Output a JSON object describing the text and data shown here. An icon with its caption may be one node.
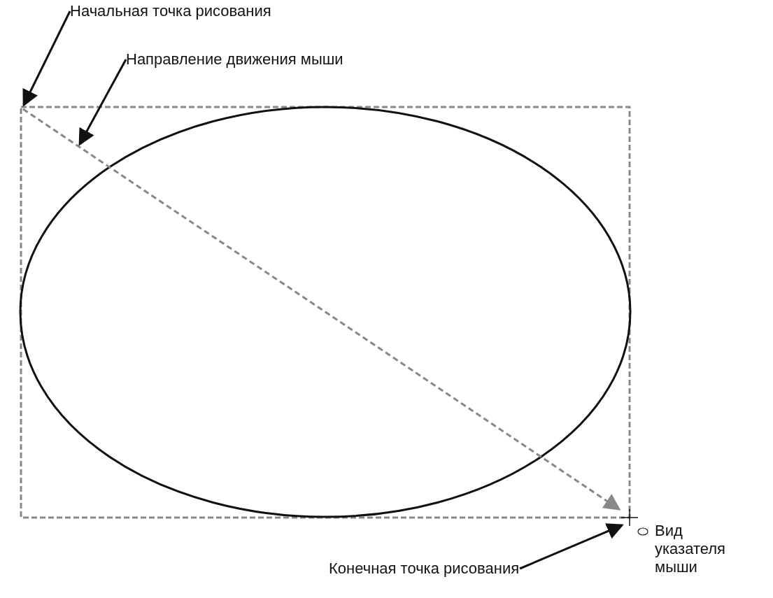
{
  "diagram": {
    "nodes": [
      {
        "text": [
          "Начальная точка рисования"
        ]
      },
      {
        "text": [
          "Направление движения мыши"
        ]
      },
      {
        "text": [
          "Конечная точка рисования"
        ]
      },
      {
        "text": [],
        "shape": "crosshair"
      }
    ],
    "edges": [
      {
        "from": 0,
        "to": null,
        "arrow": "to"
      },
      {
        "from": 1,
        "to": null,
        "arrow": "to"
      },
      {
        "from": 2,
        "to": 3,
        "arrow": "to"
      }
    ],
    "labels": [
      "Вид указателя мыши"
    ]
  }
}
